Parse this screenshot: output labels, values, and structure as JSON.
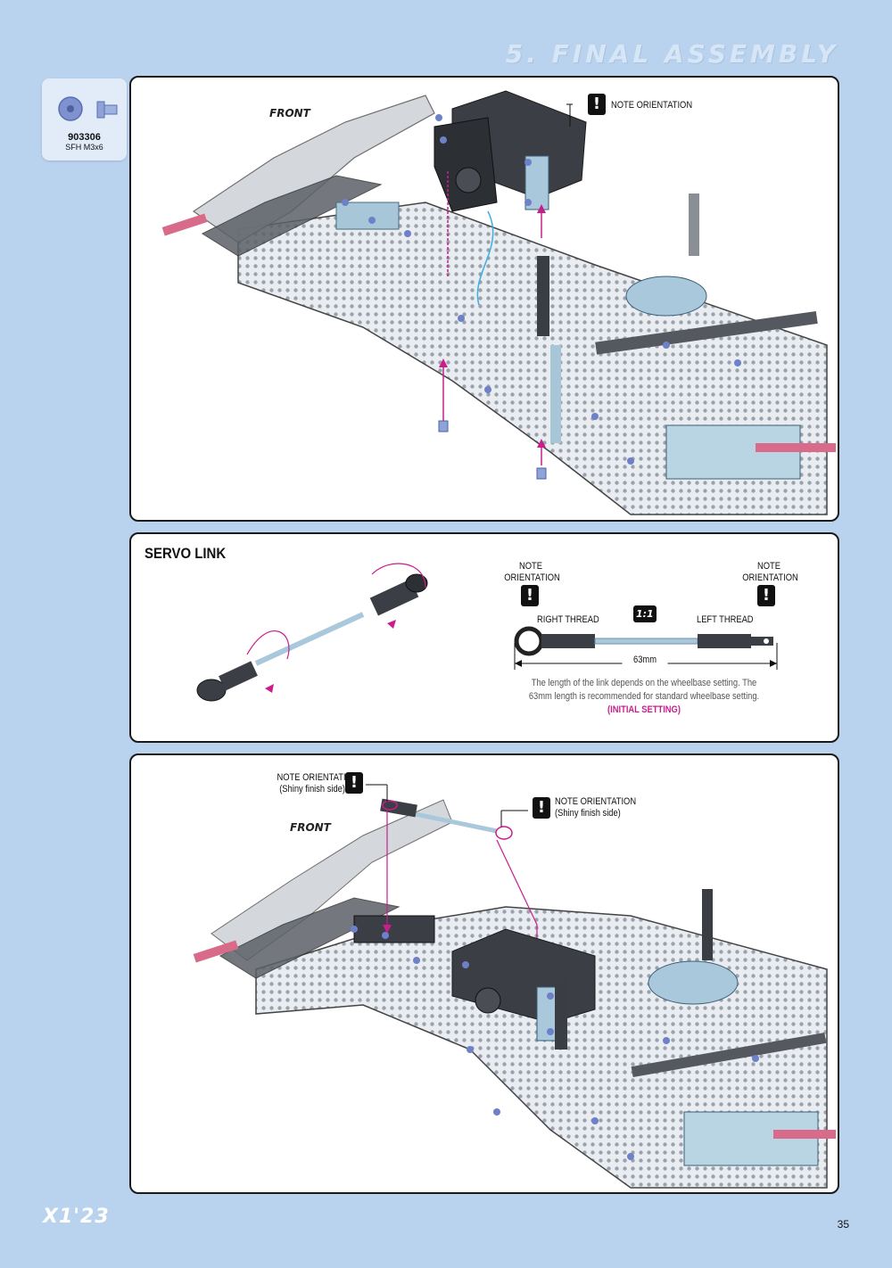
{
  "header": {
    "section_title": "5. FINAL ASSEMBLY"
  },
  "parts_bag": {
    "code": "903306",
    "description": "SFH M3x6"
  },
  "step1": {
    "front_label": "FRONT",
    "note": "NOTE ORIENTATION"
  },
  "step2": {
    "title": "SERVO LINK",
    "note_left": "NOTE\nORIENTATION",
    "note_right": "NOTE\nORIENTATION",
    "right_thread": "RIGHT THREAD",
    "left_thread": "LEFT THREAD",
    "ratio": "1:1",
    "length": "63mm",
    "caption_line1": "The length of the link depends on the wheelbase setting. The",
    "caption_line2": "63mm length is recommended for standard wheelbase setting.",
    "initial_setting": "(INITIAL SETTING)"
  },
  "step3": {
    "front_label": "FRONT",
    "note_left_line1": "NOTE ORIENTATION",
    "note_left_line2": "(Shiny finish side)",
    "note_right_line1": "NOTE ORIENTATION",
    "note_right_line2": "(Shiny finish side)"
  },
  "footer": {
    "logo": "X1'23",
    "page_number": "35"
  },
  "colors": {
    "accent_pink": "#c81e8c",
    "background_blue": "#b9d3ef",
    "part_blue": "#8fa3d8"
  }
}
